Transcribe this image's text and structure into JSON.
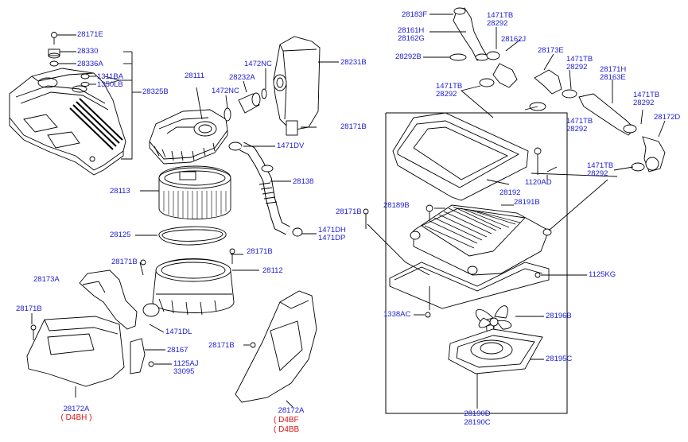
{
  "diagram": {
    "parts": {
      "p28171E": "28171E",
      "p28330": "28330",
      "p28336A": "28336A",
      "p1311BA": "1311BA",
      "p1350LB": "1350LB",
      "p28325B": "28325B",
      "p28111": "28111",
      "p28232A": "28232A",
      "p1472NC_top": "1472NC",
      "p1472NC_mid": "1472NC",
      "p28231B": "28231B",
      "p28171B_tank": "28171B",
      "p1471DV": "1471DV",
      "p28113": "28113",
      "p28138": "28138",
      "p28125": "28125",
      "p1471DH": "1471DH",
      "p1471DP": "1471DP",
      "p28171B_clamp": "28171B",
      "p28171B_box": "28171B",
      "p28112": "28112",
      "p28173A": "28173A",
      "p28171B_left": "28171B",
      "p1471DL": "1471DL",
      "p28167": "28167",
      "p1125AJ": "1125AJ",
      "p33095": "33095",
      "p28172A_left": "28172A",
      "p28172A_mid": "28172A",
      "p28171B_duct": "28171B",
      "p28183F": "28183F",
      "p28161H": "28161H",
      "p28162G": "28162G",
      "p28292B": "28292B",
      "p1471TB_1": "1471TB",
      "p28292_1": "28292",
      "p28162J": "28162J",
      "p28173E": "28173E",
      "p1471TB_2": "1471TB",
      "p28292_2": "28292",
      "p28171H": "28171H",
      "p28163E": "28163E",
      "p1471TB_3": "1471TB",
      "p28292_3": "28292",
      "p1471TB_4": "1471TB",
      "p28292_4": "28292",
      "p1471TB_5": "1471TB",
      "p28292_5": "28292",
      "p28172D": "28172D",
      "p1471TB_6": "1471TB",
      "p28292_6": "28292",
      "p1120AD": "1120AD",
      "p28192": "28192",
      "p28189B": "28189B",
      "p28191B": "28191B",
      "p28171B_ic": "28171B",
      "p1125KG": "1125KG",
      "p1338AC": "1338AC",
      "p28196B": "28196B",
      "p28195C": "28195C",
      "p28190D": "28190D",
      "p28190C": "28190C"
    },
    "engine_codes": {
      "left": "( D4BH )",
      "mid_1": "( D4BF",
      "mid_2": "( D4BB"
    },
    "colors": {
      "label": "#1c1cd6",
      "engine_code": "#e01010",
      "line": "#000000"
    }
  }
}
